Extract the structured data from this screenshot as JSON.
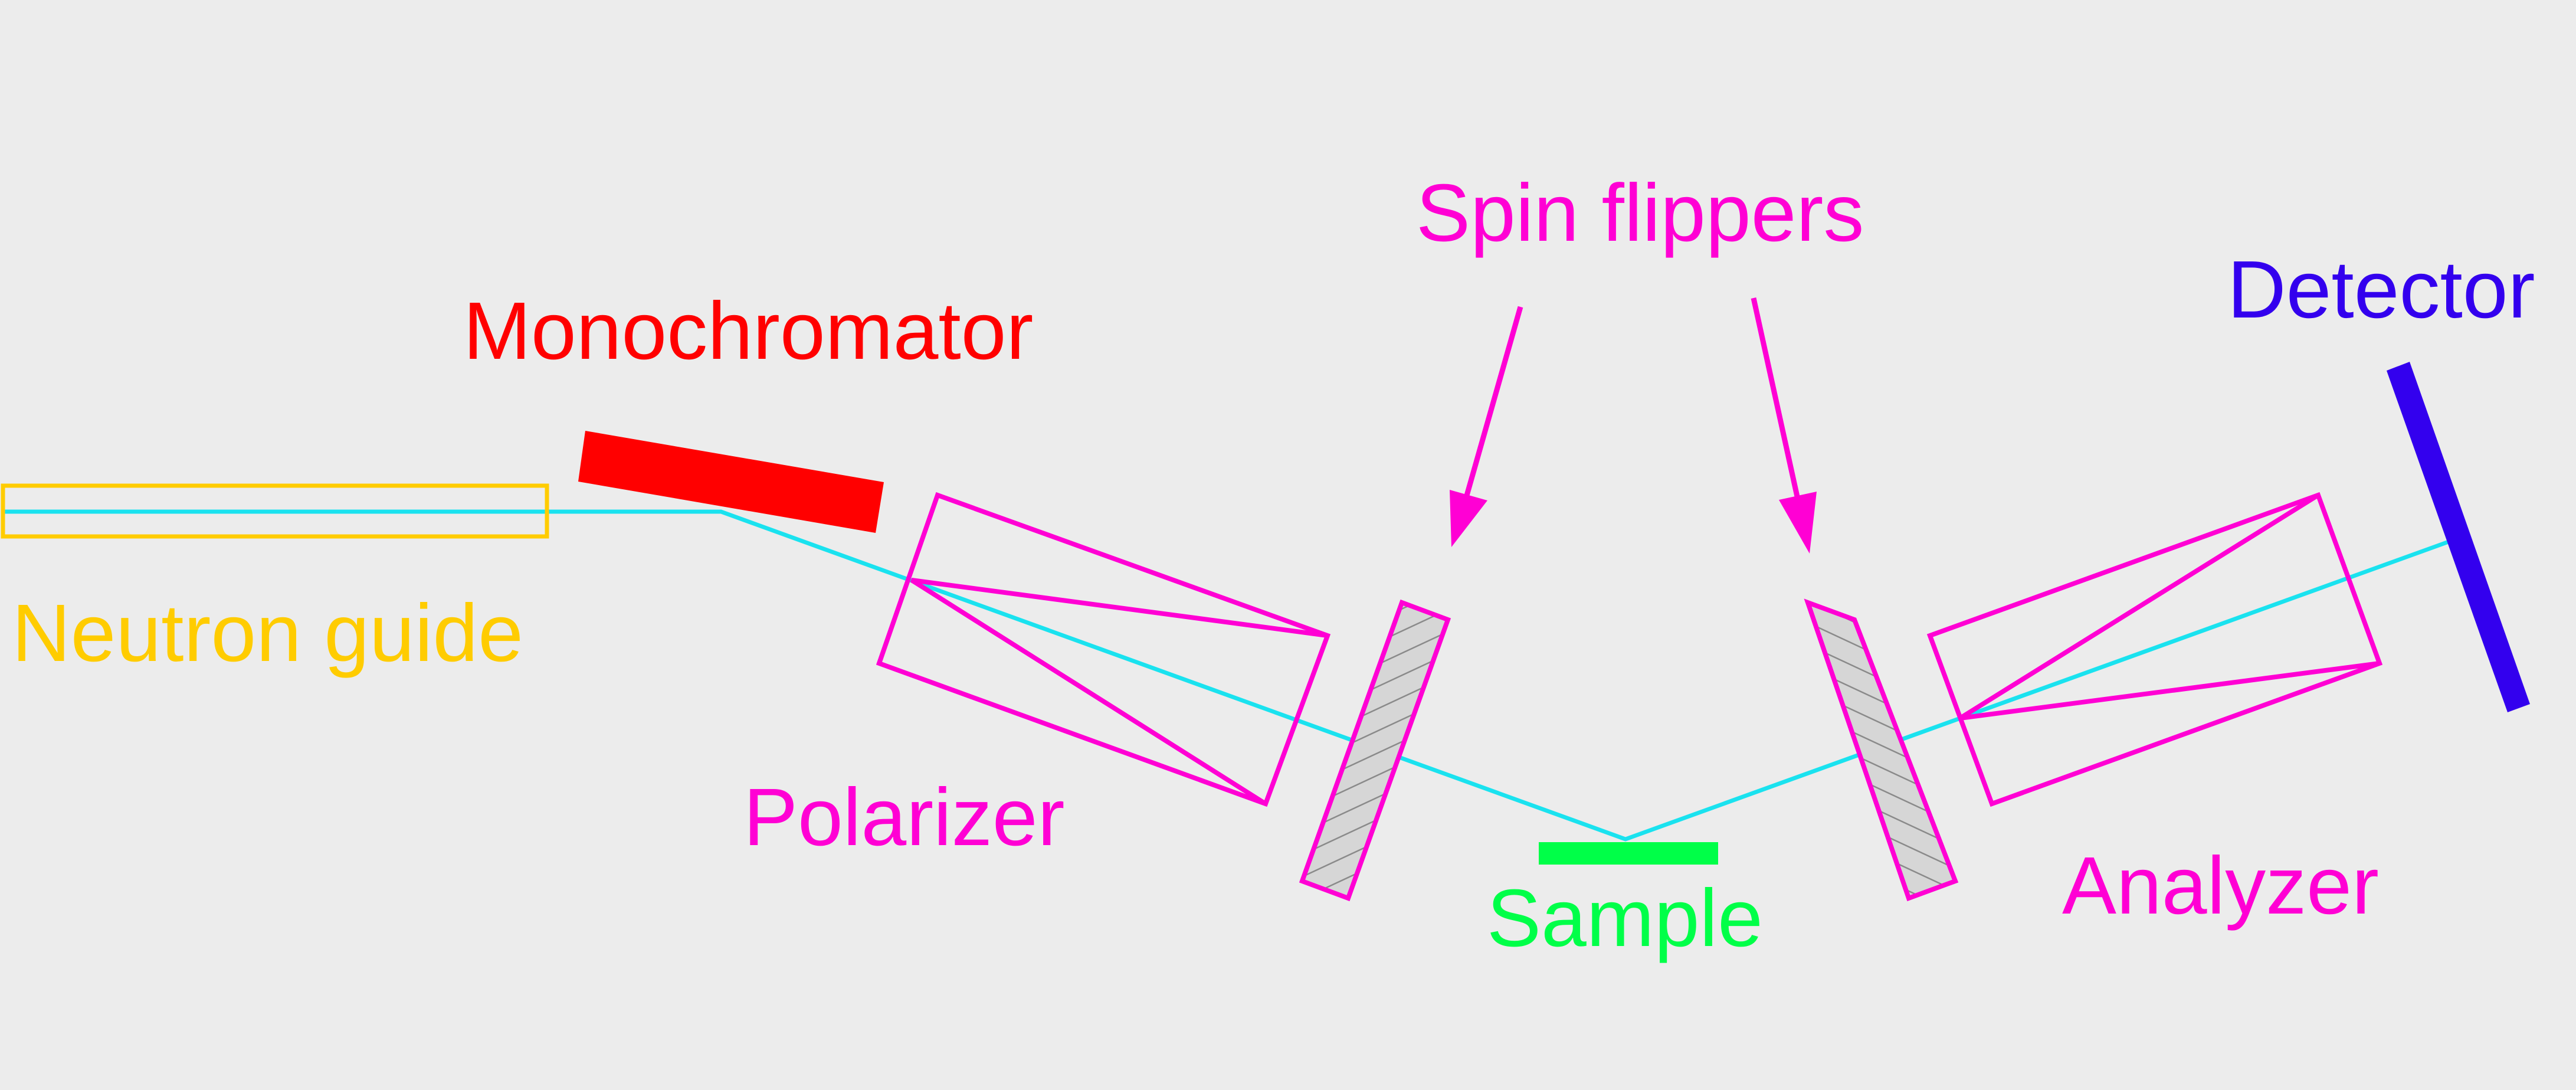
{
  "labels": {
    "neutron_guide": "Neutron guide",
    "monochromator": "Monochromator",
    "polarizer": "Polarizer",
    "spin_flippers": "Spin flippers",
    "sample": "Sample",
    "analyzer": "Analyzer",
    "detector": "Detector"
  },
  "colors": {
    "background": "#ececec",
    "beam": "#1ae2ef",
    "neutron_guide": "#ffcc00",
    "monochromator": "#ff0000",
    "polarizer_analyzer": "#ff00d4",
    "spin_flippers": "#ff00d4",
    "flipper_hatch": "#8a8a8a",
    "flipper_fill": "#d6d6d6",
    "sample": "#00ff48",
    "detector": "#3300ee"
  }
}
